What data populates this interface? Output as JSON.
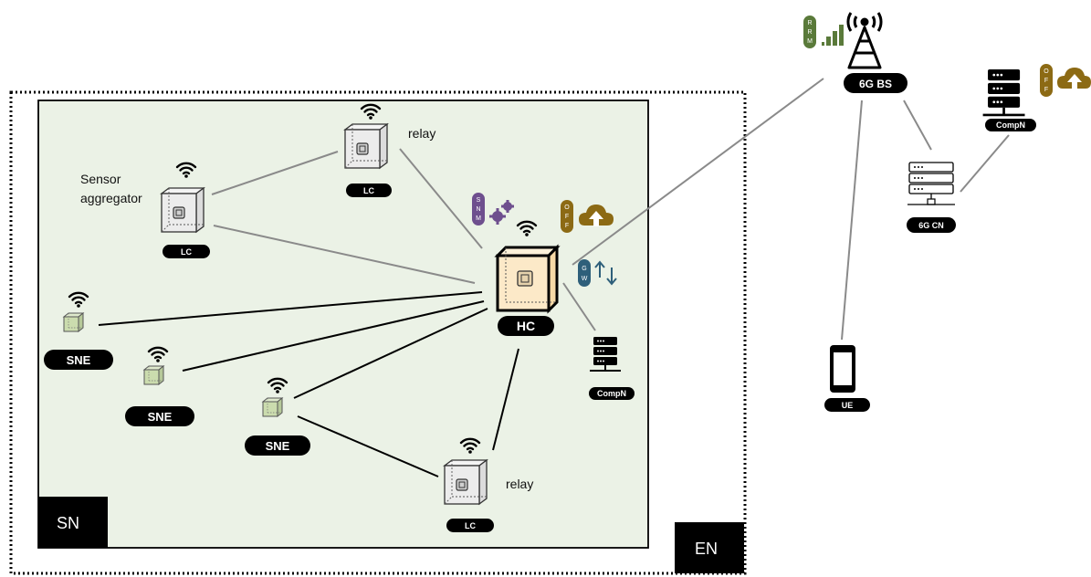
{
  "regions": {
    "sn_label": "SN",
    "en_label": "EN"
  },
  "nodes": {
    "lc_top": {
      "tag": "LC",
      "note": "relay"
    },
    "lc_left": {
      "tag": "LC",
      "note_line1": "Sensor",
      "note_line2": "aggregator"
    },
    "lc_bottom": {
      "tag": "LC",
      "note": "relay"
    },
    "hc": {
      "tag": "HC"
    },
    "sne_1": {
      "tag": "SNE"
    },
    "sne_2": {
      "tag": "SNE"
    },
    "sne_3": {
      "tag": "SNE"
    },
    "compn_local": {
      "tag": "CompN"
    },
    "bs": {
      "tag": "6G BS"
    },
    "cn": {
      "tag": "6G CN"
    },
    "compn_remote": {
      "tag": "CompN"
    },
    "ue": {
      "tag": "UE"
    }
  },
  "function_pills": {
    "snm": "SNM",
    "off_hc": "OFF",
    "gw": "GW",
    "rrm": "RRM",
    "off_remote": "OFF"
  },
  "colors": {
    "sn_fill": "#ebf2e6",
    "snm_pill": "#6e4f8e",
    "off_pill": "#8c6a14",
    "gw_pill": "#2e5f7a",
    "rrm_pill": "#5a7a3a",
    "hc_fill": "#fce9c8",
    "sne_fill": "#cbdcae"
  },
  "icons": [
    "wifi-icon",
    "gears-icon",
    "cloud-upload-icon",
    "up-down-arrows-icon",
    "signal-bars-icon",
    "cell-tower-icon",
    "server-rack-icon",
    "smartphone-icon"
  ]
}
